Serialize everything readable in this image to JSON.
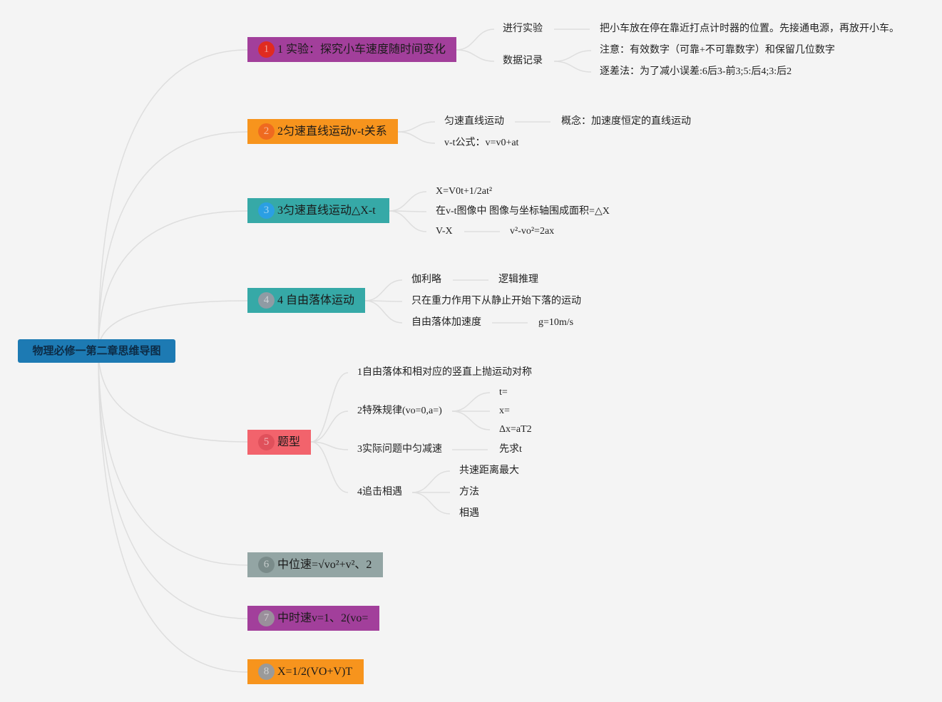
{
  "root": {
    "label": "物理必修一第二章思维导图",
    "color": "#1d7ab3"
  },
  "branches": [
    {
      "num": "1",
      "label": "1 实验：探究小车速度随时间变化",
      "color": "#a23f9b",
      "badge": "#e02b20"
    },
    {
      "num": "2",
      "label": "2匀速直线运动v-t关系",
      "color": "#f7941d",
      "badge": "#ef6a1f"
    },
    {
      "num": "3",
      "label": "3匀速直线运动△X-t",
      "color": "#36a9a7",
      "badge": "#2b9fe3"
    },
    {
      "num": "4",
      "label": "4 自由落体运动",
      "color": "#36a9a7",
      "badge": "#8f9ba4"
    },
    {
      "num": "5",
      "label": "题型",
      "color": "#f2636c",
      "badge": "#e0505b"
    },
    {
      "num": "6",
      "label": "中位速=√vo²+v²、2",
      "color": "#93a5a4",
      "badge": "#7a8b8a"
    },
    {
      "num": "7",
      "label": "中时速v=1、2(vo=",
      "color": "#a23f9b",
      "badge": "#9a8f9b"
    },
    {
      "num": "8",
      "label": "X=1/2(VO+V)T",
      "color": "#f7941d",
      "badge": "#9a9a9a"
    }
  ],
  "leaves": {
    "b1_jinxing": "进行实验",
    "b1_jinxing_detail": "把小车放在停在靠近打点计时器的位置。先接通电源，再放开小车。",
    "b1_shuju": "数据记录",
    "b1_shuju_1": "注意：有效数字（可靠+不可靠数字）和保留几位数字",
    "b1_shuju_2": "逐差法：为了减小误差:6后3-前3;5:后4;3:后2",
    "b2_yunsu": "匀速直线运动",
    "b2_gainian": "概念：加速度恒定的直线运动",
    "b2_formula": "v-t公式：v=v0+at",
    "b3_x": "X=V0t+1/2at²",
    "b3_area": "在v-t图像中 图像与坐标轴围成面积=△X",
    "b3_vx": "V-X",
    "b3_vx_formula": "v²-vo²=2ax",
    "b4_galileo": "伽利略",
    "b4_logic": "逻辑推理",
    "b4_def": "只在重力作用下从静止开始下落的运动",
    "b4_g": "自由落体加速度",
    "b4_g_value": "g=10m/s",
    "b5_1": "1自由落体和相对应的竖直上抛运动对称",
    "b5_2": "2特殊规律(vo=0,a=)",
    "b5_2_t": "t=",
    "b5_2_x": "x=",
    "b5_2_dx": "Δx=aT2",
    "b5_3": "3实际问题中匀减速",
    "b5_3_first": "先求t",
    "b5_4": "4追击相遇",
    "b5_4_a": "共速距离最大",
    "b5_4_b": "方法",
    "b5_4_c": "相遇"
  },
  "line_color": "#dedede"
}
